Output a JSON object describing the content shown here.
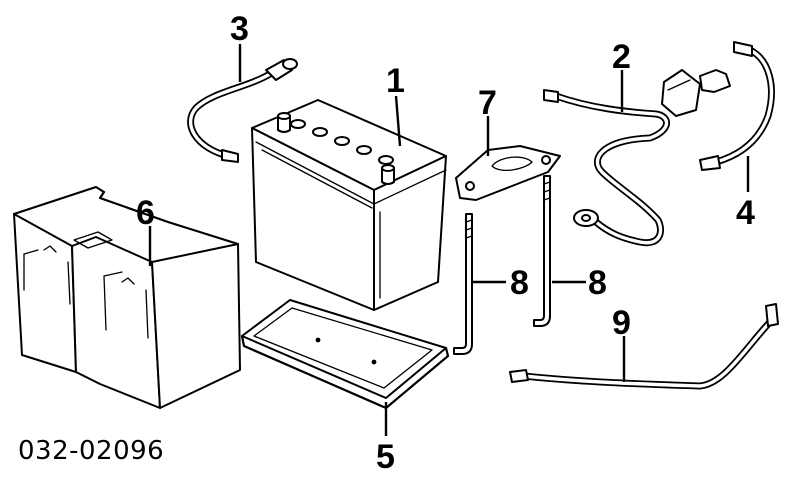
{
  "diagram_code": "032-02096",
  "callouts": {
    "battery": "1",
    "cable_2": "2",
    "cable_3": "3",
    "cable_4": "4",
    "tray": "5",
    "cover": "6",
    "bracket": "7",
    "rod_left": "8",
    "rod_right": "8",
    "strap": "9"
  }
}
